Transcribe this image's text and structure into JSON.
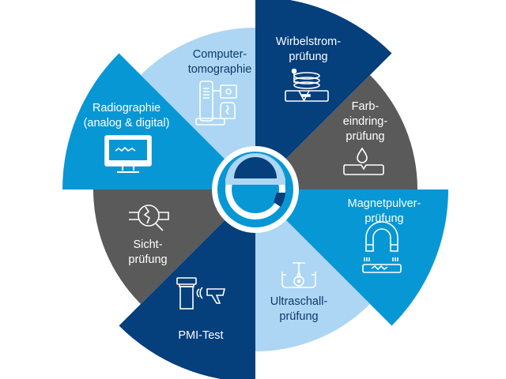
{
  "title": "Zerstörungsfreie Prüfverfahren",
  "colors": {
    "navy": "#053f7c",
    "blue": "#0897d5",
    "light_blue": "#acd6f3",
    "grey": "#5a5a5a",
    "white": "#ffffff"
  },
  "center_logo": {
    "icon": "e-logo-icon"
  },
  "segments": [
    {
      "id": "wirbelstrom",
      "lines": [
        "Wirbelstrom-",
        "prüfung"
      ],
      "icon": "coil-probe-icon",
      "color": "navy",
      "size": "large"
    },
    {
      "id": "farbeindring",
      "lines": [
        "Farb-",
        "eindring-",
        "prüfung"
      ],
      "icon": "droplet-crack-icon",
      "color": "grey",
      "size": "small"
    },
    {
      "id": "magnetpulver",
      "lines": [
        "Magnetpulver-",
        "prüfung"
      ],
      "icon": "magnet-icon",
      "color": "blue",
      "size": "large"
    },
    {
      "id": "ultraschall",
      "lines": [
        "Ultraschall-",
        "prüfung"
      ],
      "icon": "ultrasound-tank-icon",
      "color": "light_blue",
      "size": "small"
    },
    {
      "id": "pmi",
      "lines": [
        "PMI-Test"
      ],
      "icon": "xrf-scanner-icon",
      "color": "navy",
      "size": "large"
    },
    {
      "id": "sicht",
      "lines": [
        "Sicht-",
        "prüfung"
      ],
      "icon": "magnifier-crack-icon",
      "color": "grey",
      "size": "small"
    },
    {
      "id": "radiographie",
      "lines": [
        "Radiographie",
        "(analog & digital)"
      ],
      "icon": "monitor-icon",
      "color": "blue",
      "size": "large"
    },
    {
      "id": "computertomographie",
      "lines": [
        "Computer-",
        "tomographie"
      ],
      "icon": "ct-scanner-icon",
      "color": "light_blue",
      "size": "small"
    }
  ]
}
